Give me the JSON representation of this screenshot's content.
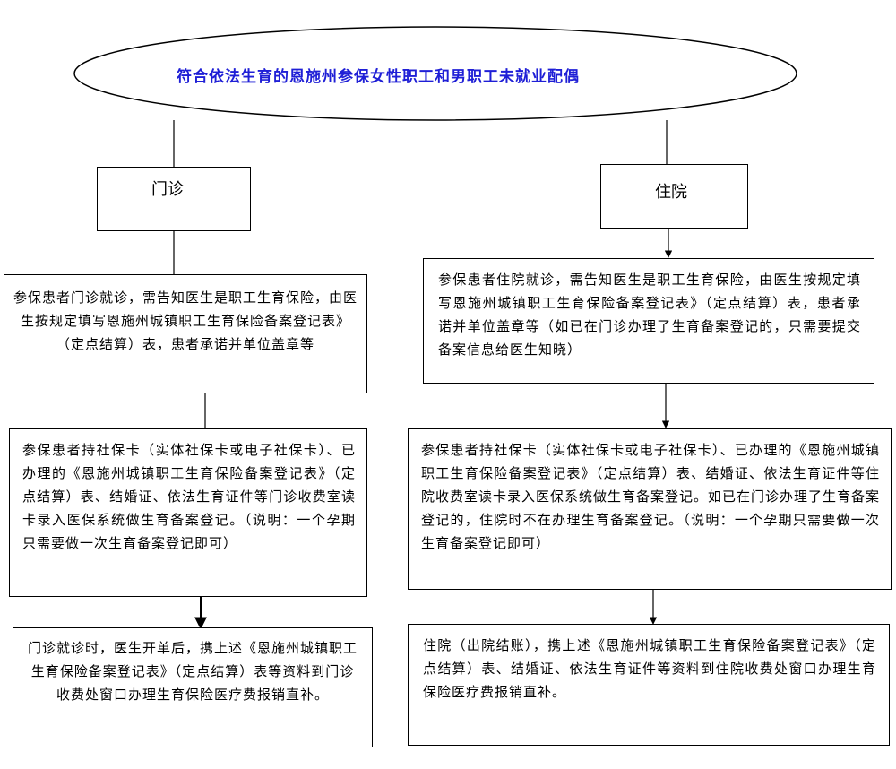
{
  "title": "符合依法生育的恩施州参保女性职工和男职工未就业配偶",
  "branches": {
    "outpatient": {
      "label": "门诊",
      "step1": "参保患者门诊就诊，需告知医生是职工生育保险，由医生按规定填写恩施州城镇职工生育保险备案登记表》（定点结算）表，患者承诺并单位盖章等",
      "step2": "参保患者持社保卡（实体社保卡或电子社保卡）、已办理的《恩施州城镇职工生育保险备案登记表》（定点结算）表、结婚证、依法生育证件等门诊收费室读卡录入医保系统做生育备案登记。（说明：一个孕期只需要做一次生育备案登记即可）",
      "step3": "门诊就诊时，医生开单后，携上述《恩施州城镇职工生育保险备案登记表》（定点结算）表等资料到门诊收费处窗口办理生育保险医疗费报销直补。"
    },
    "inpatient": {
      "label": "住院",
      "step1": "参保患者住院就诊，需告知医生是职工生育保险，由医生按规定填写恩施州城镇职工生育保险备案登记表》（定点结算）表，患者承诺并单位盖章等（如已在门诊办理了生育备案登记的，只需要提交备案信息给医生知晓）",
      "step2": "参保患者持社保卡（实体社保卡或电子社保卡）、已办理的《恩施州城镇职工生育保险备案登记表》（定点结算）表、结婚证、依法生育证件等住院收费室读卡录入医保系统做生育备案登记。如已在门诊办理了生育备案登记的，住院时不在办理生育备案登记。（说明：一个孕期只需要做一次生育备案登记即可）",
      "step3": "住院（出院结账），携上述《恩施州城镇职工生育保险备案登记表》（定点结算）表、结婚证、依法生育证件等资料到住院收费处窗口办理生育保险医疗费报销直补。"
    }
  }
}
